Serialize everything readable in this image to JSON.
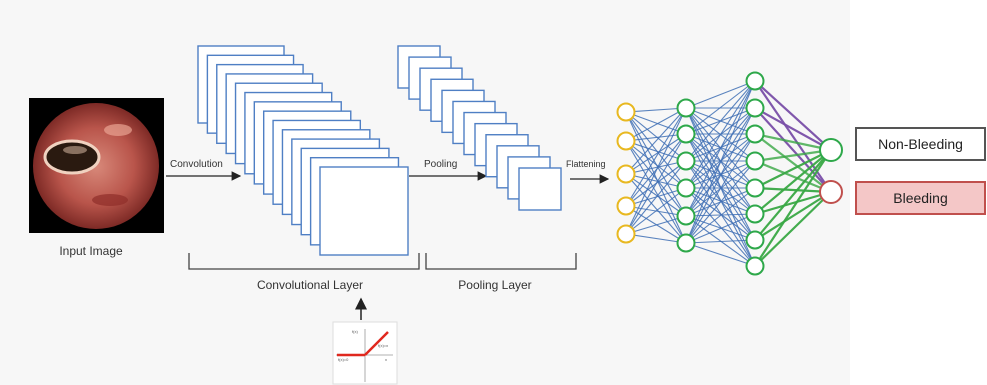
{
  "labels": {
    "input_image": "Input Image",
    "convolution": "Convolution",
    "pooling": "Pooling",
    "flattening": "Flattening",
    "convolutional_layer": "Convolutional Layer",
    "pooling_layer": "Pooling Layer"
  },
  "relu_inset": {
    "label_fx": "f(x)",
    "label_fx_eq_x": "f(x)=x",
    "label_fx_eq_0": "f(x)=0",
    "label_x": "x"
  },
  "outputs": {
    "non_bleeding": "Non-Bleeding",
    "bleeding": "Bleeding"
  },
  "colors": {
    "feature_map_border": "#4f7fc4",
    "input_node": "#e8b820",
    "hidden_node": "#2ea84a",
    "connection": "#3f6fb5",
    "out_link_purple": "#7a4fa8",
    "out_link_green": "#3aa845",
    "bleeding_accent": "#c0504d",
    "non_bleeding_accent": "#555555"
  }
}
